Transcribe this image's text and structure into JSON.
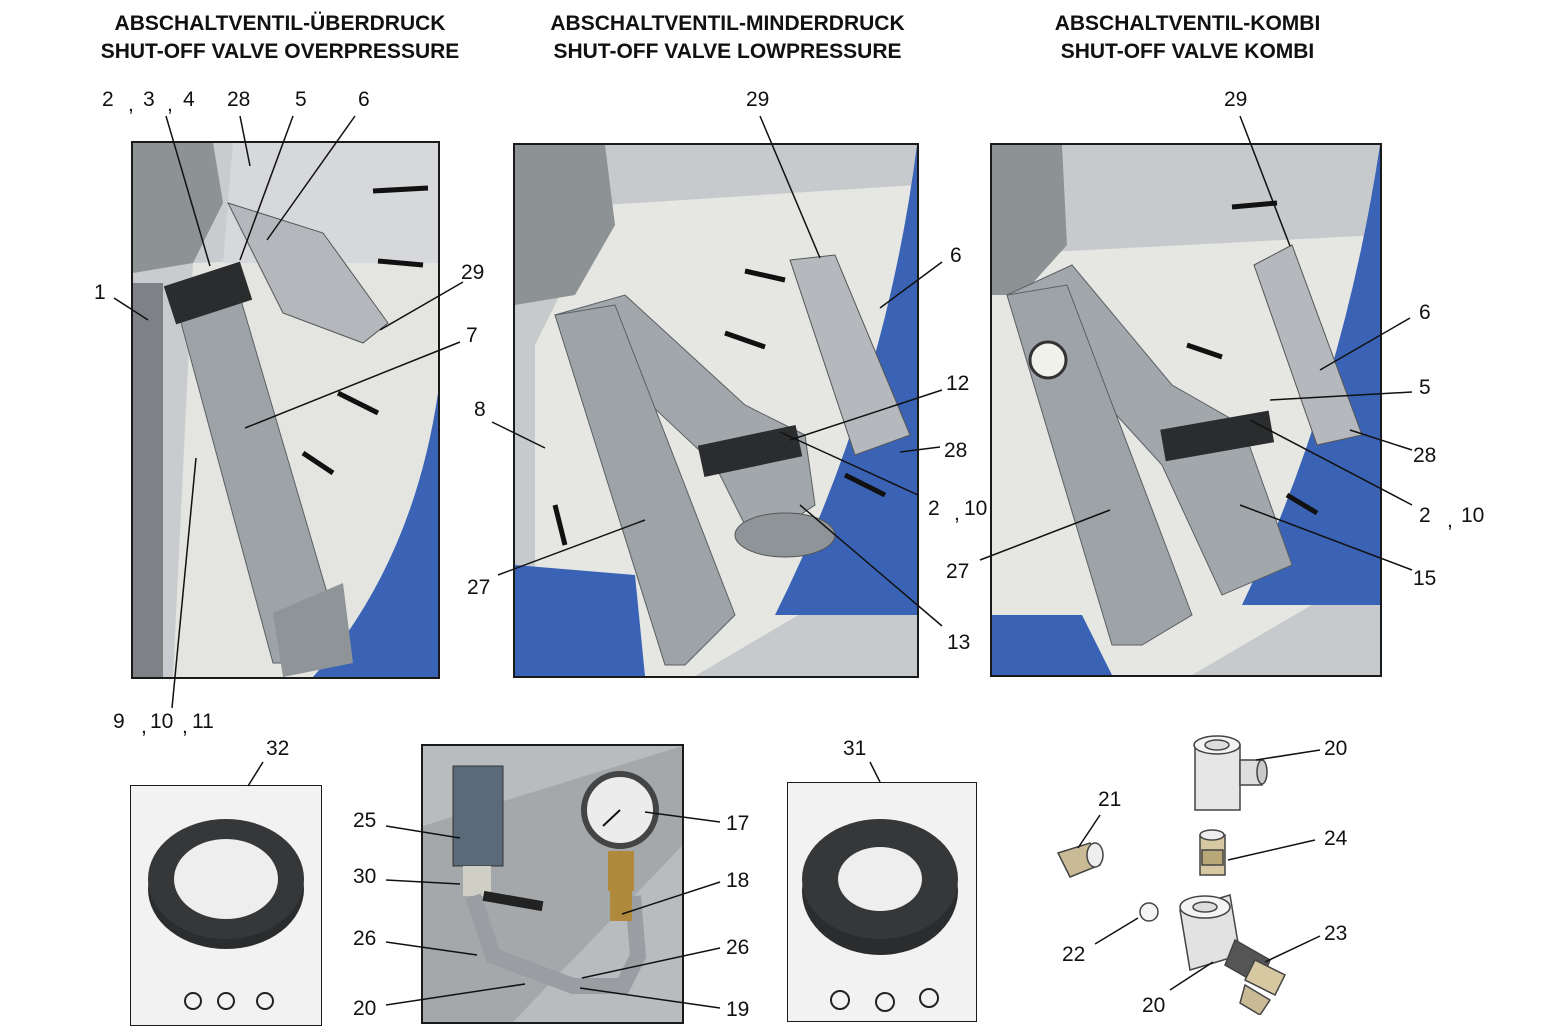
{
  "titles": {
    "overpressure": {
      "de": "ABSCHALTVENTIL-ÜBERDRUCK",
      "en": "SHUT-OFF VALVE OVERPRESSURE"
    },
    "lowpressure": {
      "de": "ABSCHALTVENTIL-MINDERDRUCK",
      "en": "SHUT-OFF VALVE LOWPRESSURE"
    },
    "kombi": {
      "de": "ABSCHALTVENTIL-KOMBI",
      "en": "SHUT-OFF VALVE KOMBI"
    }
  },
  "callouts": {
    "ov_2": "2",
    "ov_sep1": ",",
    "ov_3": "3",
    "ov_sep2": ",",
    "ov_4": "4",
    "ov_28": "28",
    "ov_5": "5",
    "ov_6": "6",
    "ov_29": "29",
    "ov_1": "1",
    "ov_7": "7",
    "ov_9": "9",
    "ov_sep3": ",",
    "ov_10": "10",
    "ov_sep4": ",",
    "ov_11": "11",
    "lp_29": "29",
    "lp_6": "6",
    "lp_12": "12",
    "lp_8": "8",
    "lp_28": "28",
    "lp_2": "2",
    "lp_sep": ",",
    "lp_10": "10",
    "lp_27": "27",
    "lp_13": "13",
    "ko_29": "29",
    "ko_6": "6",
    "ko_5": "5",
    "ko_28": "28",
    "ko_2": "2",
    "ko_sep": ",",
    "ko_10": "10",
    "ko_27": "27",
    "ko_15": "15",
    "p_32": "32",
    "p_31": "31",
    "g_25": "25",
    "g_30": "30",
    "g_26a": "26",
    "g_20": "20",
    "g_17": "17",
    "g_18": "18",
    "g_26b": "26",
    "g_19": "19",
    "f_20a": "20",
    "f_21": "21",
    "f_24": "24",
    "f_22": "22",
    "f_23": "23",
    "f_20b": "20"
  },
  "colors": {
    "frame": "#1a1a1a",
    "steel": "#a9adb0",
    "blue": "#3a63b5",
    "panel": "#d9dcde",
    "rubber": "#2a2c2e"
  }
}
